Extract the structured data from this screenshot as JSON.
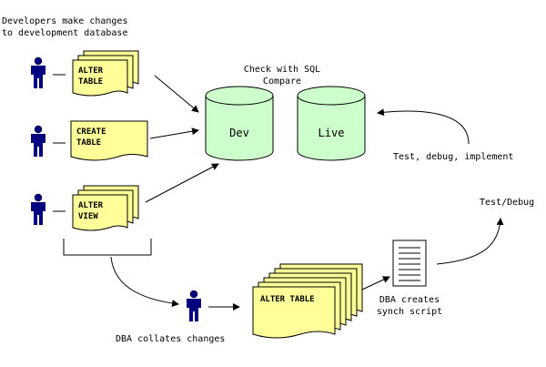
{
  "caption_top": "Developers make changes\nto development database",
  "check_label": "Check with SQL\nCompare",
  "databases": [
    {
      "label": "Dev"
    },
    {
      "label": "Live"
    }
  ],
  "scripts": [
    {
      "label": "ALTER\nTABLE"
    },
    {
      "label": "CREATE\nTABLE"
    },
    {
      "label": "ALTER\nVIEW"
    }
  ],
  "collated_script": {
    "label": "ALTER TABLE"
  },
  "dba_collates": "DBA collates changes",
  "dba_creates": "DBA creates\nsynch script",
  "test_debug": "Test/Debug",
  "test_debug_implement": "Test, debug, implement",
  "colors": {
    "document_fill": "#ffff99",
    "database_fill": "#ccffcc",
    "person_fill": "#000080",
    "stroke": "#000000"
  },
  "icons": {
    "developer": "person-icon",
    "dba": "person-icon",
    "script_document": "document-icon"
  }
}
